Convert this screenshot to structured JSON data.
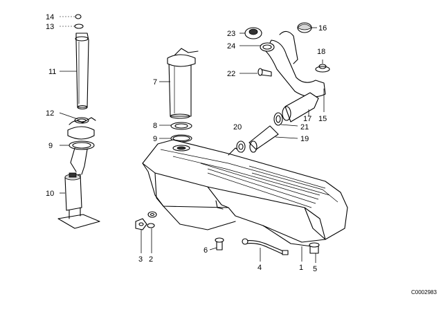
{
  "labels": {
    "p1": "1",
    "p2": "2",
    "p3": "3",
    "p4": "4",
    "p5": "5",
    "p6": "6",
    "p7": "7",
    "p8": "8",
    "p9a": "9",
    "p9b": "9",
    "p10": "10",
    "p11": "11",
    "p12": "12",
    "p13": "13",
    "p14": "14",
    "p15": "15",
    "p16": "16",
    "p17": "17",
    "p18": "18",
    "p19": "19",
    "p20": "20",
    "p21": "21",
    "p22": "22",
    "p23": "23",
    "p24": "24"
  },
  "doc_number": "C0002983"
}
